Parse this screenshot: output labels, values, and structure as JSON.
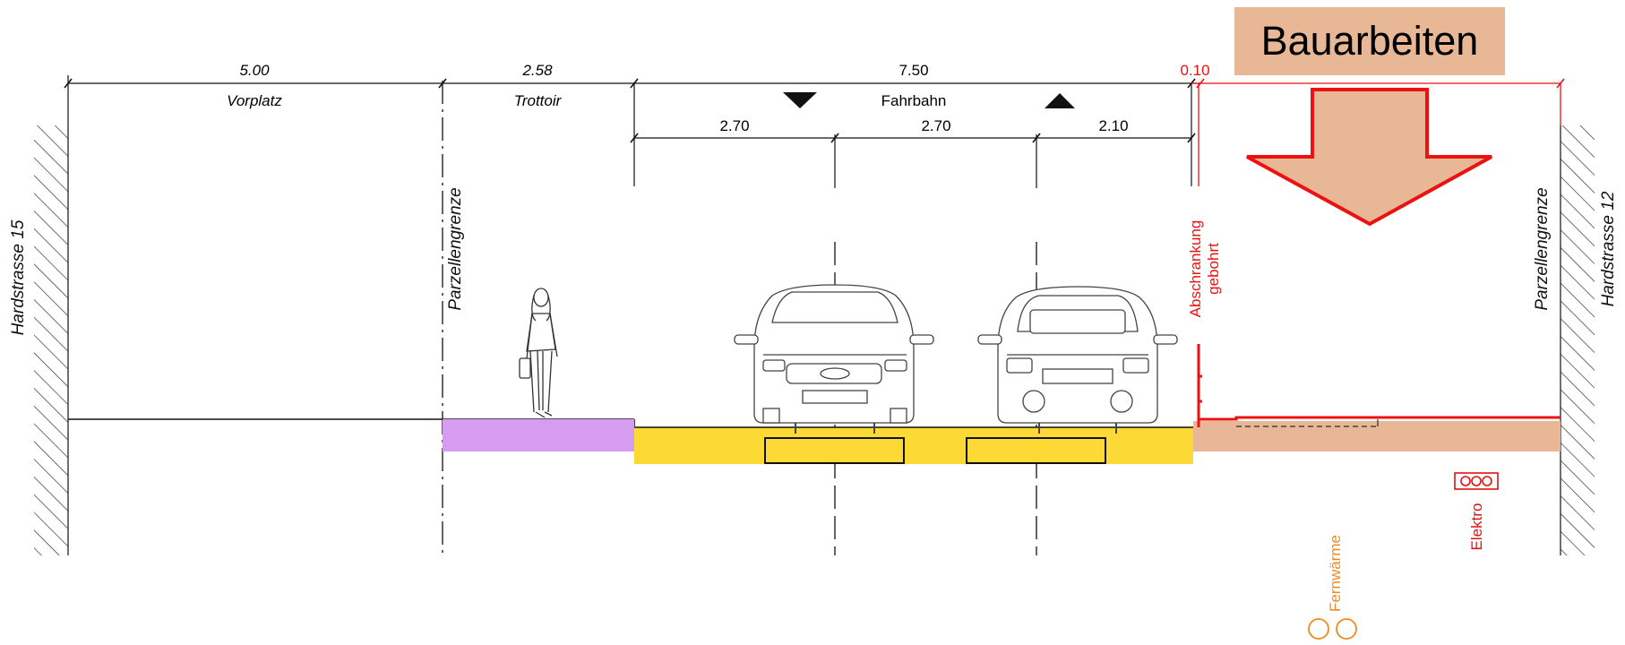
{
  "banner": {
    "text": "Bauarbeiten"
  },
  "dimensions": {
    "vorplatz_width": "5.00",
    "vorplatz_label": "Vorplatz",
    "trottoir_width": "2.58",
    "trottoir_label": "Trottoir",
    "fahrbahn_width": "7.50",
    "fahrbahn_label": "Fahrbahn",
    "lane_1": "2.70",
    "lane_2": "2.70",
    "lane_3": "2.10",
    "barrier_width": "0.10"
  },
  "labels": {
    "left_building": "Hardstrasse 15",
    "right_building": "Hardstrasse 12",
    "parcel_left": "Parzellengrenze",
    "parcel_right": "Parzellengrenze",
    "barrier_line1": "Abschrankung",
    "barrier_line2": "gebohrt",
    "utility_district_heat": "Fernwärme",
    "utility_electric": "Elektro"
  },
  "colors": {
    "trottoir": "#d69cf0",
    "fahrbahn": "#fdd935",
    "worksite": "#e8b896",
    "banner_bg": "#e8b896",
    "barrier_red": "#ee1111",
    "arrow_fill": "#e8b896",
    "arrow_stroke": "#ee1111",
    "district_heat": "#f08a20",
    "electric_red": "#dd1111"
  }
}
